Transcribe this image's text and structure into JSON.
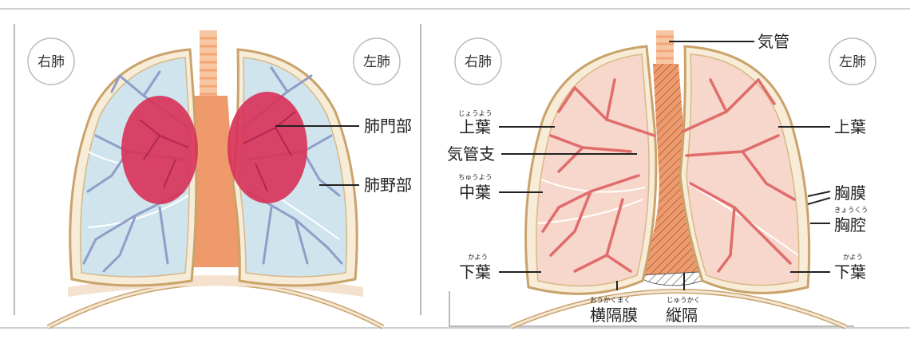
{
  "colors": {
    "lung_fill_left_diagram": "#cfe4ec",
    "lung_fill_right_diagram": "#f7d7cb",
    "pleura_line": "#c9a36a",
    "bronchi_blue": "#8e9ec8",
    "bronchi_red": "#e06c6c",
    "hilum_red": "#d8345a",
    "trachea_orange": "#ee9a6a",
    "label_line": "#222222"
  },
  "diagram1": {
    "right_lung_badge": "右肺",
    "left_lung_badge": "左肺",
    "labels": {
      "hilum": "肺門部",
      "field": "肺野部"
    }
  },
  "diagram2": {
    "right_lung_badge": "右肺",
    "left_lung_badge": "左肺",
    "labels": {
      "trachea": "気管",
      "upper_lobe_right": "上葉",
      "upper_lobe_right_ruby": "じょうよう",
      "bronchus": "気管支",
      "middle_lobe": "中葉",
      "middle_lobe_ruby": "ちゅうよう",
      "lower_lobe_right": "下葉",
      "lower_lobe_right_ruby": "かよう",
      "upper_lobe_left": "上葉",
      "pleura": "胸膜",
      "pleural_cavity": "胸腔",
      "pleural_cavity_ruby": "きょうくう",
      "lower_lobe_left": "下葉",
      "lower_lobe_left_ruby": "かよう",
      "diaphragm": "横隔膜",
      "diaphragm_ruby": "おうかくまく",
      "mediastinum": "縦隔",
      "mediastinum_ruby": "じゅうかく"
    }
  }
}
